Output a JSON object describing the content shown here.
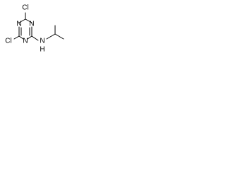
{
  "molecule": {
    "atoms": {
      "cl_top": "Cl",
      "n_top_left": "N",
      "n_top_right": "N",
      "n_bottom": "N",
      "cl_bottom": "Cl",
      "nh": "N",
      "h": "H"
    },
    "colors": {
      "line": "#000000",
      "background": "#ffffff"
    }
  }
}
